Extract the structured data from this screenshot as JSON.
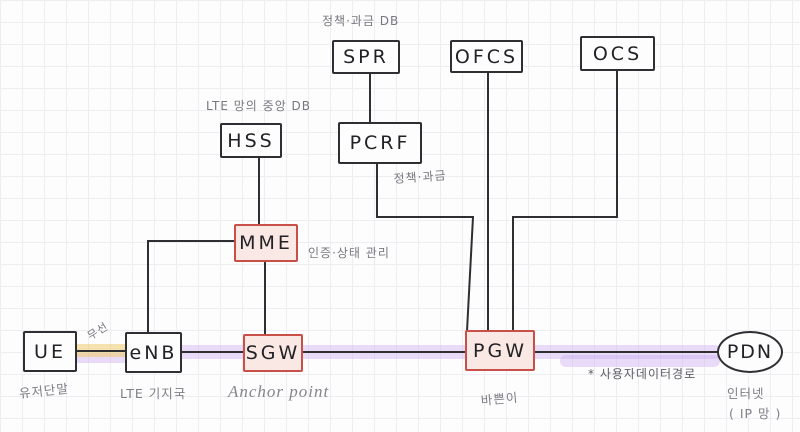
{
  "nodes": {
    "spr": {
      "label": "SPR",
      "note": "정책·과금 DB"
    },
    "ofcs": {
      "label": "OFCS"
    },
    "ocs": {
      "label": "OCS"
    },
    "hss": {
      "label": "HSS",
      "note": "LTE 망의 중앙 DB"
    },
    "pcrf": {
      "label": "PCRF",
      "note": "정책·과금"
    },
    "mme": {
      "label": "MME",
      "note": "인증·상태 관리"
    },
    "ue": {
      "label": "UE",
      "caption": "유저단말"
    },
    "enb": {
      "label": "eNB",
      "caption": "LTE 기지국"
    },
    "sgw": {
      "label": "SGW",
      "caption": "Anchor point"
    },
    "pgw": {
      "label": "PGW",
      "caption": "바쁜이"
    },
    "pdn": {
      "label": "PDN",
      "caption": "인터넷",
      "caption2": "( IP 망 )"
    }
  },
  "links": {
    "radio_label": "무선",
    "data_path_label": "* 사용자데이터경로"
  },
  "colors": {
    "ink": "#2f2f33",
    "accent_red": "#c95048",
    "accent_red_fill": "#f9e8e3",
    "hl_yellow": "#f0c75e",
    "hl_purple": "#c9a3ec"
  }
}
